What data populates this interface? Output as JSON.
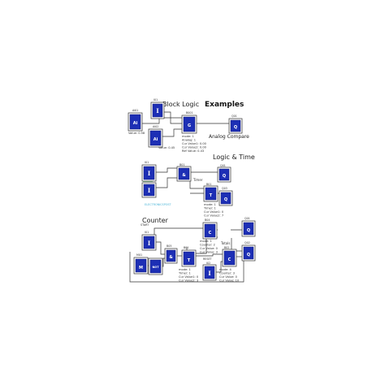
{
  "titles": {
    "examples_a": "Block Logic",
    "examples_b": "Examples",
    "logic_time": "Logic & Time",
    "counter": "Counter",
    "analog_compare": "Analog Compare",
    "timer_label": "Timer",
    "timer2_label": "Totals",
    "watermark": "ELECTRONICSPOST"
  },
  "analog_section": {
    "ai1": {
      "glyph": "Ai",
      "name": "Ai01",
      "value": "Value: 0.58"
    },
    "ai2": {
      "glyph": "Ai",
      "name": "Ai02",
      "value": "Value: 0.45"
    },
    "input": {
      "glyph": "I",
      "name": "I01"
    },
    "gate": {
      "glyph": "G",
      "name": "B001"
    },
    "output": {
      "glyph": "Q",
      "name": "Q01"
    },
    "params": [
      "mode: 1",
      "Analog: 1",
      "Cur Value1: 0.00",
      "Cur Value2: 0.00",
      "Ref Value: 0.43"
    ]
  },
  "logic_time_section": {
    "in1": {
      "glyph": "I",
      "name": "I01"
    },
    "in2": {
      "glyph": "I",
      "name": "I02"
    },
    "and_gate": {
      "glyph": "&",
      "name": "B01"
    },
    "timer": {
      "glyph": "T",
      "name": "B01"
    },
    "out1": {
      "glyph": "Q",
      "name": "Q01"
    },
    "out2": {
      "glyph": "Q",
      "name": "Q03"
    },
    "params": [
      "mode: 1",
      "Timer: 1",
      "Cur Value1: 0",
      "Cur Value2: 7"
    ]
  },
  "counter_section": {
    "start": {
      "glyph": "I",
      "name": "I01",
      "label": "START"
    },
    "reset": {
      "glyph": "I",
      "name": "I02",
      "label": "RESET"
    },
    "mem": {
      "glyph": "M",
      "name": "M01"
    },
    "not_gate": {
      "glyph": "NOT",
      "name": "B04"
    },
    "and_gate": {
      "glyph": "&",
      "name": "B05"
    },
    "timer": {
      "glyph": "T",
      "name": "B01"
    },
    "counter1": {
      "glyph": "C",
      "name": "B04"
    },
    "counter2": {
      "glyph": "C",
      "name": "B02"
    },
    "out1": {
      "glyph": "Q",
      "name": "Q01"
    },
    "out2": {
      "glyph": "Q",
      "name": "Q02"
    },
    "counter1_params": [
      "mode: 1",
      "Counter: 2",
      "Cur Value: 0",
      "Cur Value: 3"
    ],
    "timer_params": [
      "mode: 1",
      "Timer: 1",
      "Cur Value1: 0",
      "Cur Value2: 3"
    ],
    "counter2_params": [
      "mode: 4",
      "Counter: 3",
      "Cur Value: 0",
      "Cur Value: 10"
    ]
  },
  "colors": {
    "block_fill": "#1d2fb5",
    "wire": "#333333",
    "watermark": "#4bb5d8",
    "accent_green": "#2e9b3a"
  }
}
